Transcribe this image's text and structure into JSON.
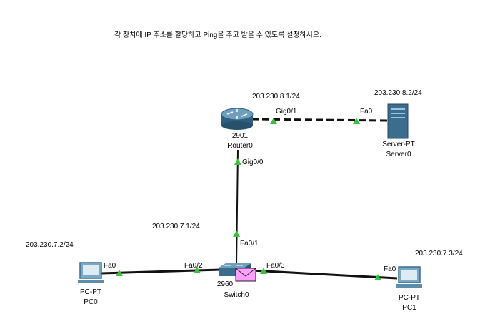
{
  "instruction": "각 장치에 IP 주소를 할당하고 Ping을 주고 받을 수 있도록 설정하시오.",
  "devices": {
    "router": {
      "model": "2901",
      "name": "Router0"
    },
    "server": {
      "model": "Server-PT",
      "name": "Server0",
      "ip": "203.230.8.2/24"
    },
    "switch": {
      "model": "2960",
      "name": "Switch0"
    },
    "pc0": {
      "model": "PC-PT",
      "name": "PC0",
      "ip": "203.230.7.2/24"
    },
    "pc1": {
      "model": "PC-PT",
      "name": "PC1",
      "ip": "203.230.7.3/24"
    }
  },
  "interfaces": {
    "router_gig01": "Gig0/1",
    "router_gig00": "Gig0/0",
    "server_fa0": "Fa0",
    "switch_fa01": "Fa0/1",
    "switch_fa02": "Fa0/2",
    "switch_fa03": "Fa0/3",
    "pc0_fa0": "Fa0",
    "pc1_fa0": "Fa0"
  },
  "addresses": {
    "router_gig01_ip": "203.230.8.1/24",
    "router_gig00_ip": "203.230.7.1/24"
  },
  "colors": {
    "link": "#111111",
    "link_up_marker": "#3cc13c",
    "router_body": "#3a6d8c",
    "server_body": "#3b6e8e",
    "pdu_envelope": "#ff9fff"
  }
}
